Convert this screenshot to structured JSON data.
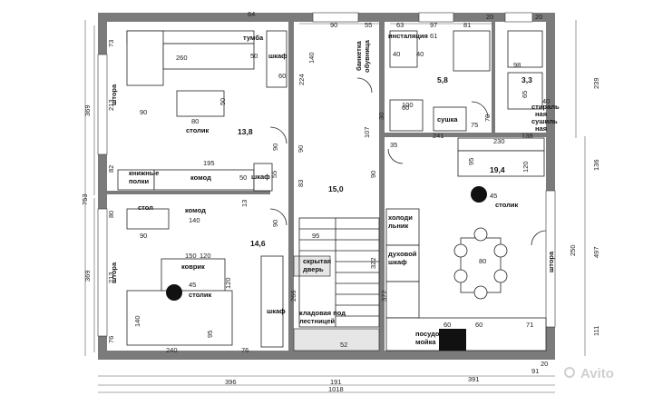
{
  "rooms": [
    {
      "id": "living",
      "label": "13,8"
    },
    {
      "id": "bedroom",
      "label": "14,6"
    },
    {
      "id": "hall",
      "label": "15,0"
    },
    {
      "id": "kitchen",
      "label": "19,4"
    },
    {
      "id": "bath",
      "label": "5,8"
    },
    {
      "id": "laundry",
      "label": "3,3"
    }
  ],
  "labels": {
    "tumba": "тумба",
    "shkaf": "шкаф",
    "shtora": "штора",
    "stolik": "столик",
    "knizhnye1": "книжные",
    "knizhnye2": "полки",
    "komod": "комод",
    "stol": "стол",
    "kovrik": "коврик",
    "skrytaya1": "скрытая",
    "skrytaya2": "дверь",
    "kladovaya1": "кладовая под",
    "kladovaya2": "лестницей",
    "banketka1": "банкетка",
    "banketka2": "обувница",
    "installyaciya": "инсталяция",
    "sushka": "сушка",
    "stiral1": "стираль",
    "stiral2": "ная",
    "stiral3": "сушиль",
    "stiral4": "ная",
    "holod1": "холоди",
    "holod2": "льник",
    "duhovoy1": "духовой",
    "duhovoy2": "шкаф",
    "posudo": "посудо",
    "moyka": "мойка",
    "watermark": "Avito"
  },
  "dims": {
    "d64": "64",
    "d90": "90",
    "d55": "55",
    "d63": "63",
    "d97": "97",
    "d81": "81",
    "d20": "20",
    "d73": "73",
    "d260": "260",
    "d50": "50",
    "d140": "140",
    "d60": "60",
    "d224": "224",
    "d40": "40",
    "d61": "61",
    "d98": "98",
    "d239": "239",
    "d369": "369",
    "d213": "213",
    "d80": "80",
    "d5_8": "5,8",
    "d3_3": "3,3",
    "d107": "107",
    "d100": "100",
    "d75": "75",
    "d70": "70",
    "d65": "65",
    "d195": "195",
    "d241": "241",
    "d138": "138",
    "d230": "230",
    "d35": "35",
    "d95": "95",
    "d136": "136",
    "d82": "82",
    "d30": "30",
    "d753": "753",
    "d83": "83",
    "d45": "45",
    "d13": "13",
    "d497": "497",
    "d250": "250",
    "d150": "150",
    "d120": "120",
    "d322": "322",
    "d372": "372",
    "d266": "266",
    "d52": "52",
    "d111": "111",
    "d76": "76",
    "d240": "240",
    "d71": "71",
    "d396": "396",
    "d191": "191",
    "d391": "391",
    "d1018": "1018",
    "d91": "91"
  }
}
